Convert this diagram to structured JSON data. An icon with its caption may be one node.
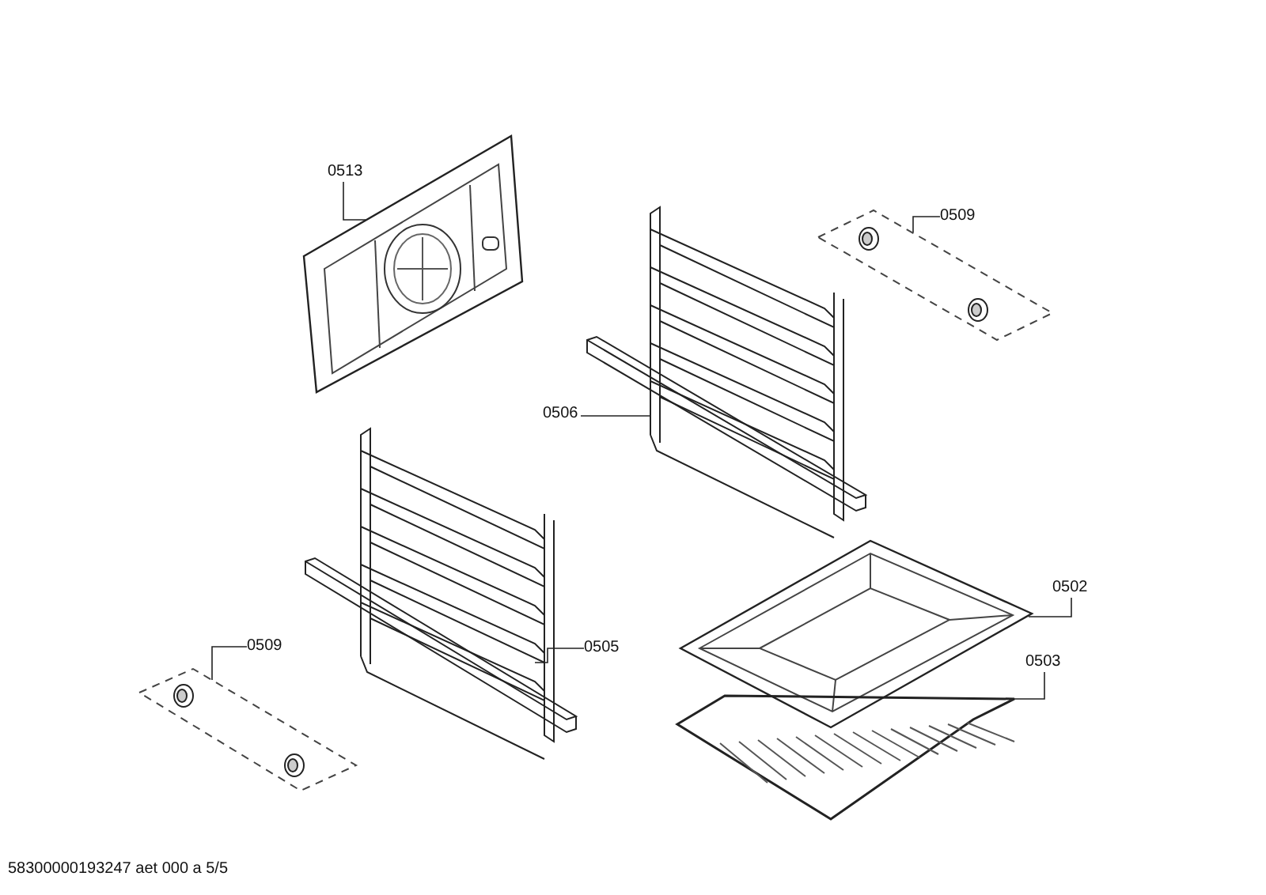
{
  "diagram": {
    "nodes": [
      {
        "text": [
          "0513"
        ]
      },
      {
        "text": [],
        "shape": "picture"
      },
      {
        "text": [
          "0509"
        ]
      },
      {
        "text": [],
        "shape": "picture"
      },
      {
        "text": [
          "0506"
        ]
      },
      {
        "text": [],
        "shape": "picture"
      },
      {
        "text": [
          "0502"
        ]
      },
      {
        "text": [],
        "shape": "picture"
      },
      {
        "text": [
          "0503"
        ]
      },
      {
        "text": [],
        "shape": "picture"
      },
      {
        "text": [
          "0509"
        ]
      },
      {
        "text": [],
        "shape": "picture"
      },
      {
        "text": [
          "0505"
        ]
      },
      {
        "text": [],
        "shape": "picture"
      }
    ],
    "edges": [
      {
        "from": 0,
        "to": 1,
        "arrow": "none"
      },
      {
        "from": 2,
        "to": 3,
        "arrow": "none"
      },
      {
        "from": 4,
        "to": 5,
        "arrow": "none"
      },
      {
        "from": 6,
        "to": 7,
        "arrow": "none"
      },
      {
        "from": 8,
        "to": 9,
        "arrow": "none"
      },
      {
        "from": 10,
        "to": 11,
        "arrow": "none"
      },
      {
        "from": 12,
        "to": 13,
        "arrow": "none"
      }
    ],
    "labels": [
      "58300000193247 aet 000 a 5/5"
    ]
  }
}
